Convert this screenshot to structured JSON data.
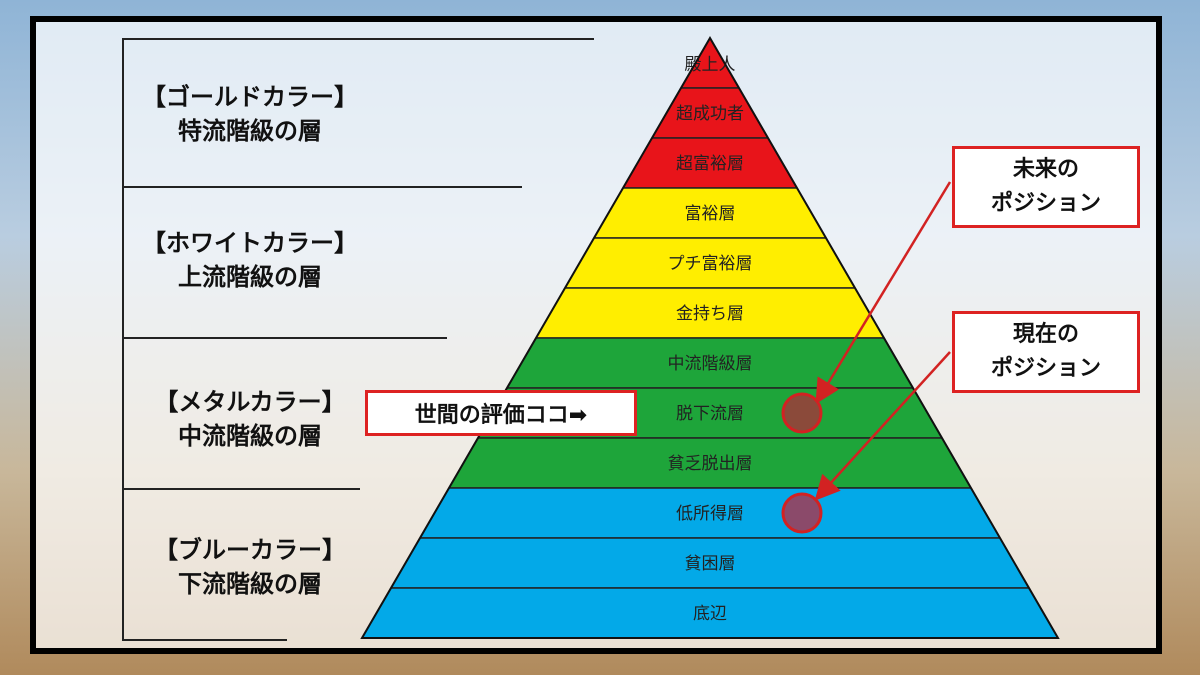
{
  "classes": [
    {
      "title": "【ゴールドカラー】",
      "subtitle": "特流階級の層"
    },
    {
      "title": "【ホワイトカラー】",
      "subtitle": "上流階級の層"
    },
    {
      "title": "【メタルカラー】",
      "subtitle": "中流階級の層"
    },
    {
      "title": "【ブルーカラー】",
      "subtitle": "下流階級の層"
    }
  ],
  "levels": [
    {
      "label": "殿上人",
      "color": "#e8141a"
    },
    {
      "label": "超成功者",
      "color": "#e8141a"
    },
    {
      "label": "超富裕層",
      "color": "#e8141a"
    },
    {
      "label": "富裕層",
      "color": "#ffee00"
    },
    {
      "label": "プチ富裕層",
      "color": "#ffee00"
    },
    {
      "label": "金持ち層",
      "color": "#ffee00"
    },
    {
      "label": "中流階級層",
      "color": "#1ea53a"
    },
    {
      "label": "脱下流層",
      "color": "#1ea53a"
    },
    {
      "label": "貧乏脱出層",
      "color": "#1ea53a"
    },
    {
      "label": "低所得層",
      "color": "#03a9e8"
    },
    {
      "label": "貧困層",
      "color": "#03a9e8"
    },
    {
      "label": "底辺",
      "color": "#03a9e8"
    }
  ],
  "evaluation_label": "世間の評価ココ➡",
  "future_position": {
    "line1": "未来の",
    "line2": "ポジション"
  },
  "current_position": {
    "line1": "現在の",
    "line2": "ポジション"
  },
  "colors": {
    "callout_border": "#d22222",
    "marker_fill": "#8b4a3a"
  }
}
